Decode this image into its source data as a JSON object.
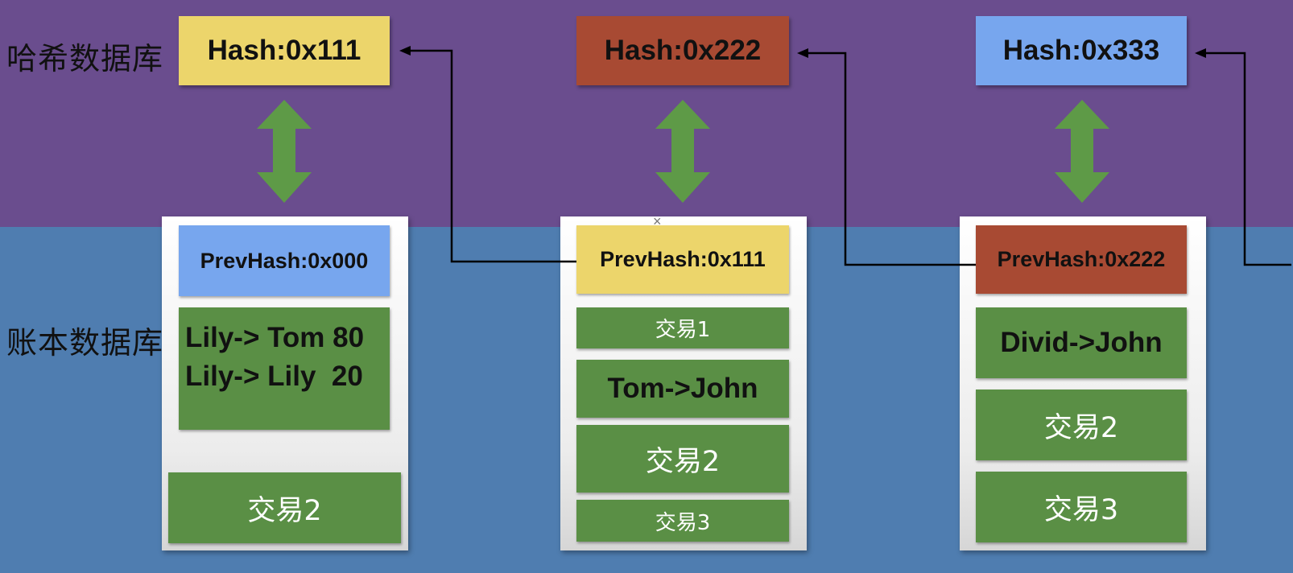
{
  "labels": {
    "hash_db": "哈希数据库",
    "ledger_db": "账本数据库"
  },
  "hashes": [
    {
      "text": "Hash:0x111",
      "color": "#ecd56b"
    },
    {
      "text": "Hash:0x222",
      "color": "#a84a33"
    },
    {
      "text": "Hash:0x333",
      "color": "#77a6ee"
    }
  ],
  "blocks": [
    {
      "prev_hash": "PrevHash:0x000",
      "prev_color": "#77a6ee",
      "tx_main": [
        "Lily-> Tom 80",
        "Lily-> Lily  20"
      ],
      "tx_other": "交易2"
    },
    {
      "prev_hash": "PrevHash:0x111",
      "prev_color": "#ecd56b",
      "tx_1": "交易1",
      "tx_main": "Tom->John",
      "tx_2": "交易2",
      "tx_3": "交易3"
    },
    {
      "prev_hash": "PrevHash:0x222",
      "prev_color": "#a84a33",
      "tx_main": "Divid->John",
      "tx_2": "交易2",
      "tx_3": "交易3"
    }
  ],
  "colors": {
    "arrow_green": "#5e9a47",
    "connector": "#000000"
  },
  "close_glyph": "×"
}
